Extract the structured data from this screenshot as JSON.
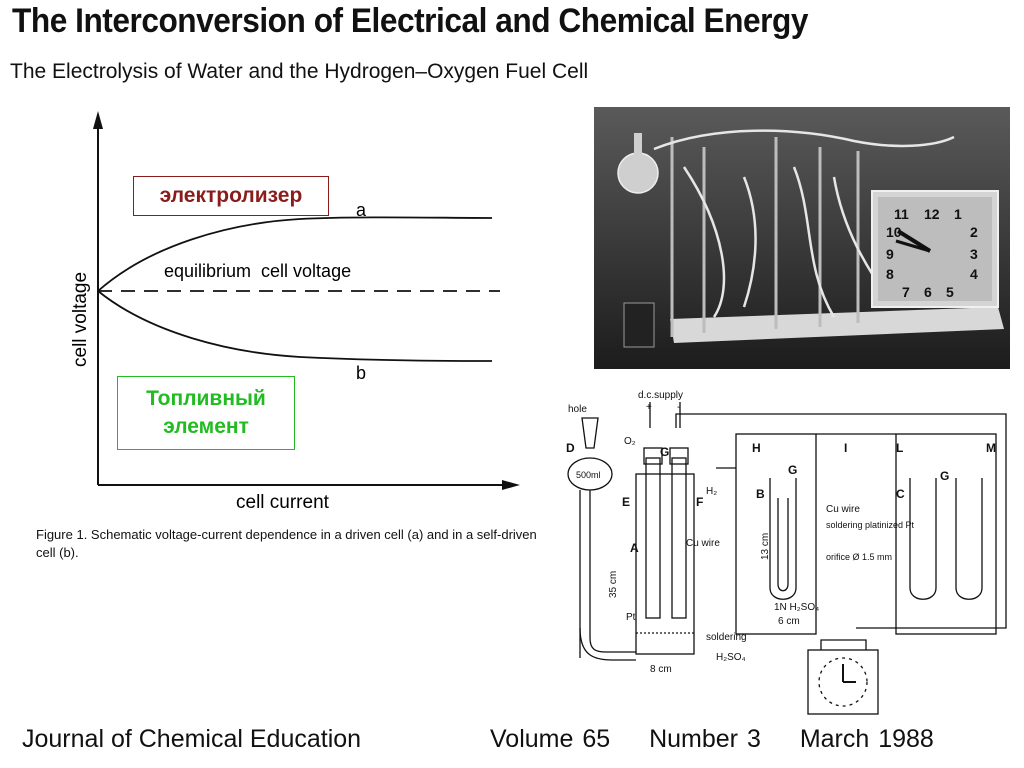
{
  "header": {
    "title": "The Interconversion of Electrical and Chemical Energy",
    "subtitle": "The Electrolysis of Water and the Hydrogen–Oxygen Fuel Cell"
  },
  "figure1": {
    "ylabel": "cell voltage",
    "xlabel": "cell current",
    "equilibrium_label": "equilibrium  cell voltage",
    "curve_a": "a",
    "curve_b": "b",
    "caption": "Figure 1. Schematic voltage-current dependence in a driven cell (a) and in a self-driven cell (b).",
    "overlay_electrolyzer": "электролизер",
    "overlay_fuelcell_line1": "Топливный",
    "overlay_fuelcell_line2": "элемент",
    "overlay_colors": {
      "electrolyzer": "#8b1c1c",
      "fuelcell": "#22bb22"
    }
  },
  "photo": {
    "clock_numbers": [
      "11",
      "12",
      "1",
      "10",
      "2",
      "9",
      "3",
      "8",
      "4",
      "7",
      "6",
      "5"
    ]
  },
  "schematic": {
    "supply_label": "d.c.supply",
    "plus": "+",
    "minus": "-",
    "hole": "hole",
    "volume": "500ml",
    "o2": "O₂",
    "h2": "H₂",
    "letters": {
      "D": "D",
      "E": "E",
      "F": "F",
      "G": "G",
      "A": "A",
      "B": "B",
      "C": "C",
      "H": "H",
      "I": "I",
      "L": "L",
      "M": "M"
    },
    "cu_wire": "Cu wire",
    "pt": "Pt",
    "soldering": "soldering",
    "h2so4": "H₂SO₄",
    "dim_35": "35 cm",
    "dim_8": "8 cm",
    "dim_13": "13 cm",
    "dim_6": "6 cm",
    "soldering_platinized": "soldering\nplatinized\nPt",
    "orifice": "orifice\nØ 1.5 mm",
    "nh2so4": "1N H₂SO₄"
  },
  "footer": {
    "journal": "Journal of Chemical Education",
    "volume": "Volume 65",
    "number": "Number 3",
    "date": "March 1988"
  }
}
